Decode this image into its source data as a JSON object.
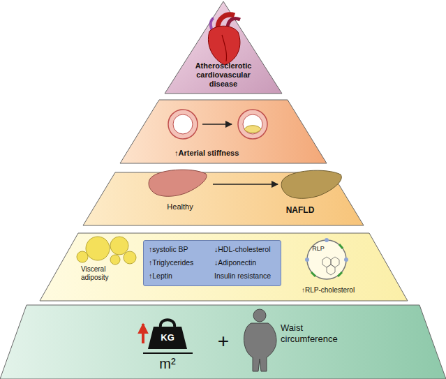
{
  "diagram": {
    "nodes": [
      {
        "text": [
          "Atherosclerotic cardiovascular disease"
        ]
      },
      {
        "text": [
          "↑Arterial stiffness"
        ]
      },
      {
        "text": [
          "Healthy",
          "NAFLD"
        ]
      },
      {
        "text": [
          "Visceral adiposity",
          "↑RLP-cholesterol"
        ]
      },
      {
        "text": [
          "↑systolic BP",
          "↑Triglycerides",
          "↑Leptin",
          "↓HDL-cholesterol",
          "↓Adiponectin",
          "Insulin resistance"
        ],
        "in": 3
      },
      {
        "text": [
          "RLP"
        ],
        "in": 3
      },
      {
        "text": [
          "KG",
          "m²",
          "+",
          "Waist circumference"
        ]
      }
    ]
  }
}
